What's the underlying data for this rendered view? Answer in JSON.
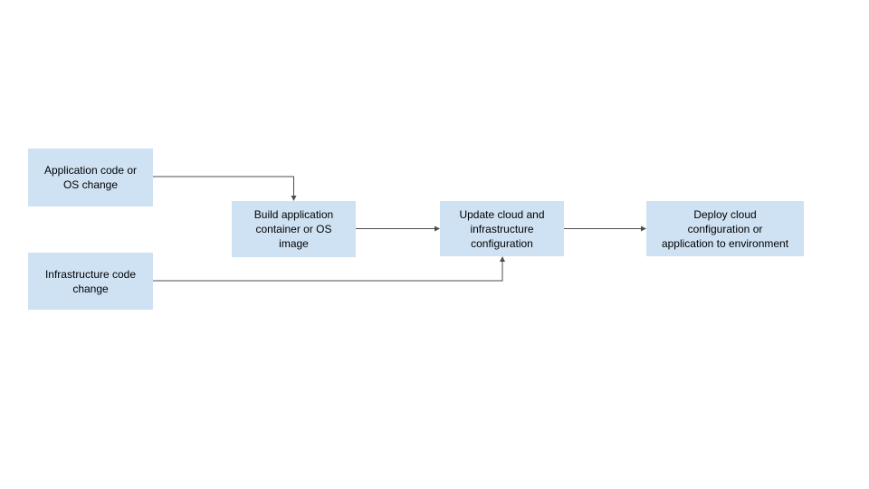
{
  "diagram": {
    "type": "flowchart",
    "colors": {
      "background": "#ffffff",
      "box_fill": "#cfe2f3",
      "text": "#000000",
      "arrow": "#4d4d4d"
    },
    "nodes": [
      {
        "id": "app-code-change",
        "label": "Application code or\nOS change"
      },
      {
        "id": "infra-code-change",
        "label": "Infrastructure code\nchange"
      },
      {
        "id": "build-container",
        "label": "Build application\ncontainer or OS\nimage"
      },
      {
        "id": "update-config",
        "label": "Update cloud and\ninfrastructure\nconfiguration"
      },
      {
        "id": "deploy-env",
        "label": "Deploy cloud\nconfiguration or\napplication to environment"
      }
    ],
    "edges": [
      {
        "from": "app-code-change",
        "to": "build-container"
      },
      {
        "from": "infra-code-change",
        "to": "update-config"
      },
      {
        "from": "build-container",
        "to": "update-config"
      },
      {
        "from": "update-config",
        "to": "deploy-env"
      }
    ]
  }
}
